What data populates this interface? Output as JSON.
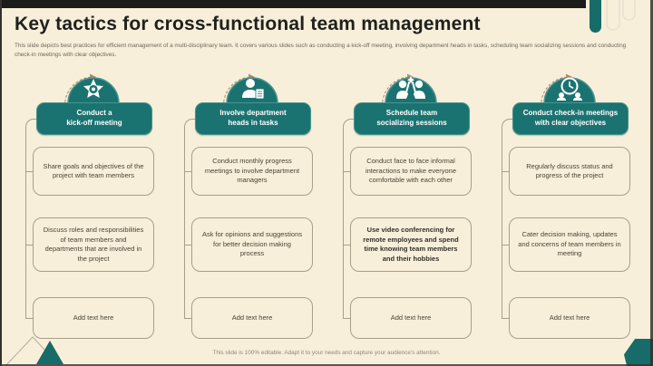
{
  "slide": {
    "title": "Key tactics for cross-functional team management",
    "description": "This slide depicts best practices for efficient management of a multi-disciplinary team. It covers various slides such as conducting a kick-off meeting, involving department heads in tasks, scheduling team socializing sessions and conducting check-in meetings with clear objectives.",
    "footer_note": "This slide is 100% editable. Adapt it to your needs and capture your audience's attention."
  },
  "columns": [
    {
      "icon": "kickoff-star-badge-icon",
      "title": "Conduct a\nkick-off meeting",
      "items": [
        "Share goals and objectives of the project with team members",
        "Discuss roles and responsibilities of team members and departments that are involved  in the project",
        "Add text here"
      ]
    },
    {
      "icon": "department-head-person-icon",
      "title": "Involve department\nheads in tasks",
      "items": [
        "Conduct monthly progress meetings to involve department managers",
        "Ask for opinions and suggestions for better decision making process",
        "Add text here"
      ]
    },
    {
      "icon": "team-socializing-icon",
      "title": "Schedule team\nsocializing sessions",
      "items": [
        "Conduct face to face informal interactions to make everyone comfortable with each other",
        "Use video conferencing for remote employees and spend time knowing team members and their hobbies",
        "Add text here"
      ]
    },
    {
      "icon": "check-in-meeting-icon",
      "title": "Conduct check-in meetings\nwith clear objectives",
      "items": [
        "Regularly discuss status and progress of the project",
        "Cater decision making, updates and concerns of team members in meeting",
        "Add text here"
      ]
    }
  ],
  "colors": {
    "accent_teal": "#1a7370",
    "background": "#f7efda",
    "box_border": "#a89f8b",
    "arc_brown": "#b08664"
  }
}
